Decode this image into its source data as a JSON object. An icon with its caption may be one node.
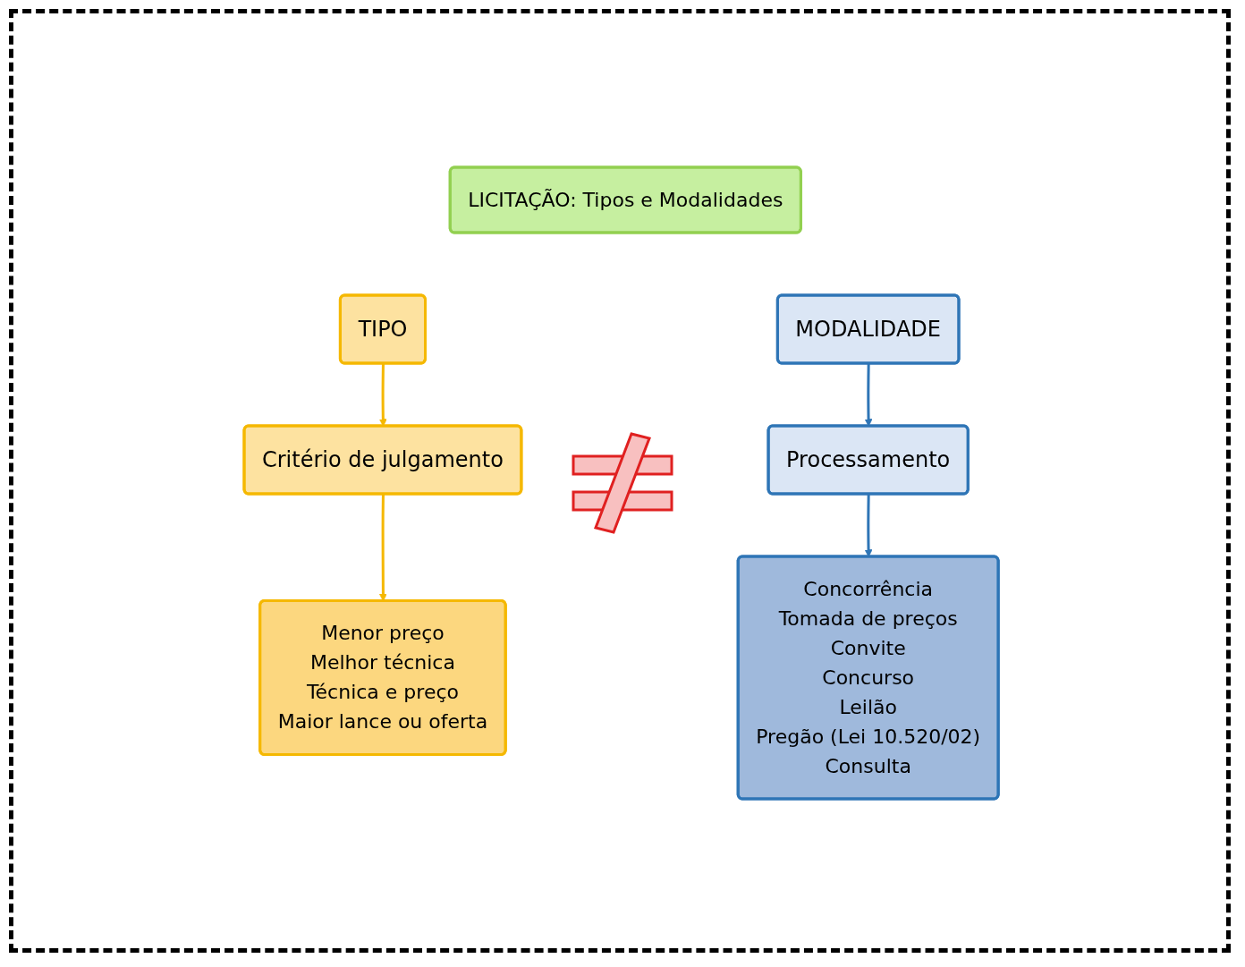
{
  "diagram": {
    "nodes": [
      {
        "text": [
          "LICITAÇÃO: Tipos e Modalidades"
        ]
      },
      {
        "text": [
          "TIPO"
        ]
      },
      {
        "text": [
          "Critério de julgamento"
        ]
      },
      {
        "text": [
          "Menor preço",
          "Melhor técnica",
          "Técnica e preço",
          "Maior lance ou oferta"
        ]
      },
      {
        "text": [
          "MODALIDADE"
        ]
      },
      {
        "text": [
          "Processamento"
        ]
      },
      {
        "text": [
          "Concorrência",
          "Tomada de preços",
          "Convite",
          "Concurso",
          "Leilão",
          "Pregão (Lei 10.520/02)",
          "Consulta"
        ]
      }
    ],
    "edges": [
      {
        "from": 1,
        "to": 2,
        "arrow": "to",
        "color": "#f5b800"
      },
      {
        "from": 2,
        "to": 3,
        "arrow": "to",
        "color": "#f5b800"
      },
      {
        "from": 4,
        "to": 5,
        "arrow": "to",
        "color": "#2e75b6"
      },
      {
        "from": 5,
        "to": 6,
        "arrow": "to",
        "color": "#2e75b6"
      }
    ]
  }
}
